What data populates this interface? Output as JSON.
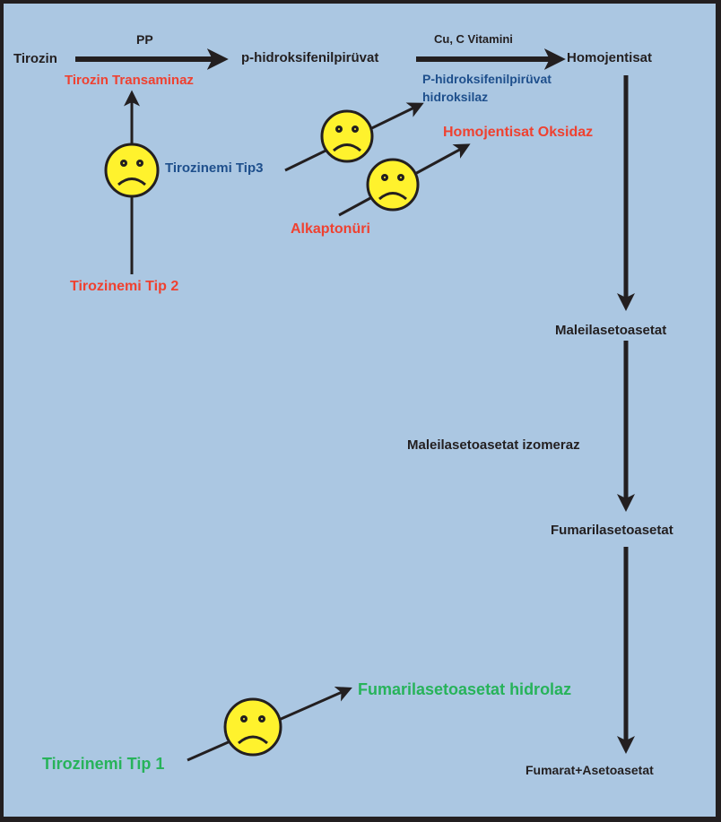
{
  "colors": {
    "background": "#abc7e2",
    "border": "#231f20",
    "metabolite": "#231f20",
    "enzyme_red": "#ef4130",
    "enzyme_blue": "#1e4f8c",
    "enzyme_green": "#27b35a",
    "face_fill": "#fff22d"
  },
  "metabolites": {
    "tirozin": "Tirozin",
    "p_hidroksi": "p-hidroksifenilpirüvat",
    "homojentisat": "Homojentisat",
    "maleil": "Maleilasetoasetat",
    "fumaril": "Fumarilasetoasetat",
    "final": "Fumarat+Asetoasetat"
  },
  "cofactors": {
    "pp": "PP",
    "cu_c": "Cu, C Vitamini"
  },
  "enzymes": {
    "tirozin_transaminaz": "Tirozin Transaminaz",
    "phpp_hidroksilaz_line1": "P-hidroksifenilpirüvat",
    "phpp_hidroksilaz_line2": "hidroksilaz",
    "homojentisat_oksidaz": "Homojentisat Oksidaz",
    "maleil_izomeraz": "Maleilasetoasetat izomeraz",
    "fumaril_hidrolaz": "Fumarilasetoasetat hidrolaz"
  },
  "diseases": {
    "tip2": "Tirozinemi Tip 2",
    "tip3": "Tirozinemi Tip3",
    "alkaptonuri": "Alkaptonüri",
    "tip1": "Tirozinemi Tip 1"
  },
  "icons": {
    "sad_face": "sad-face-icon",
    "arrow": "arrow-icon"
  }
}
